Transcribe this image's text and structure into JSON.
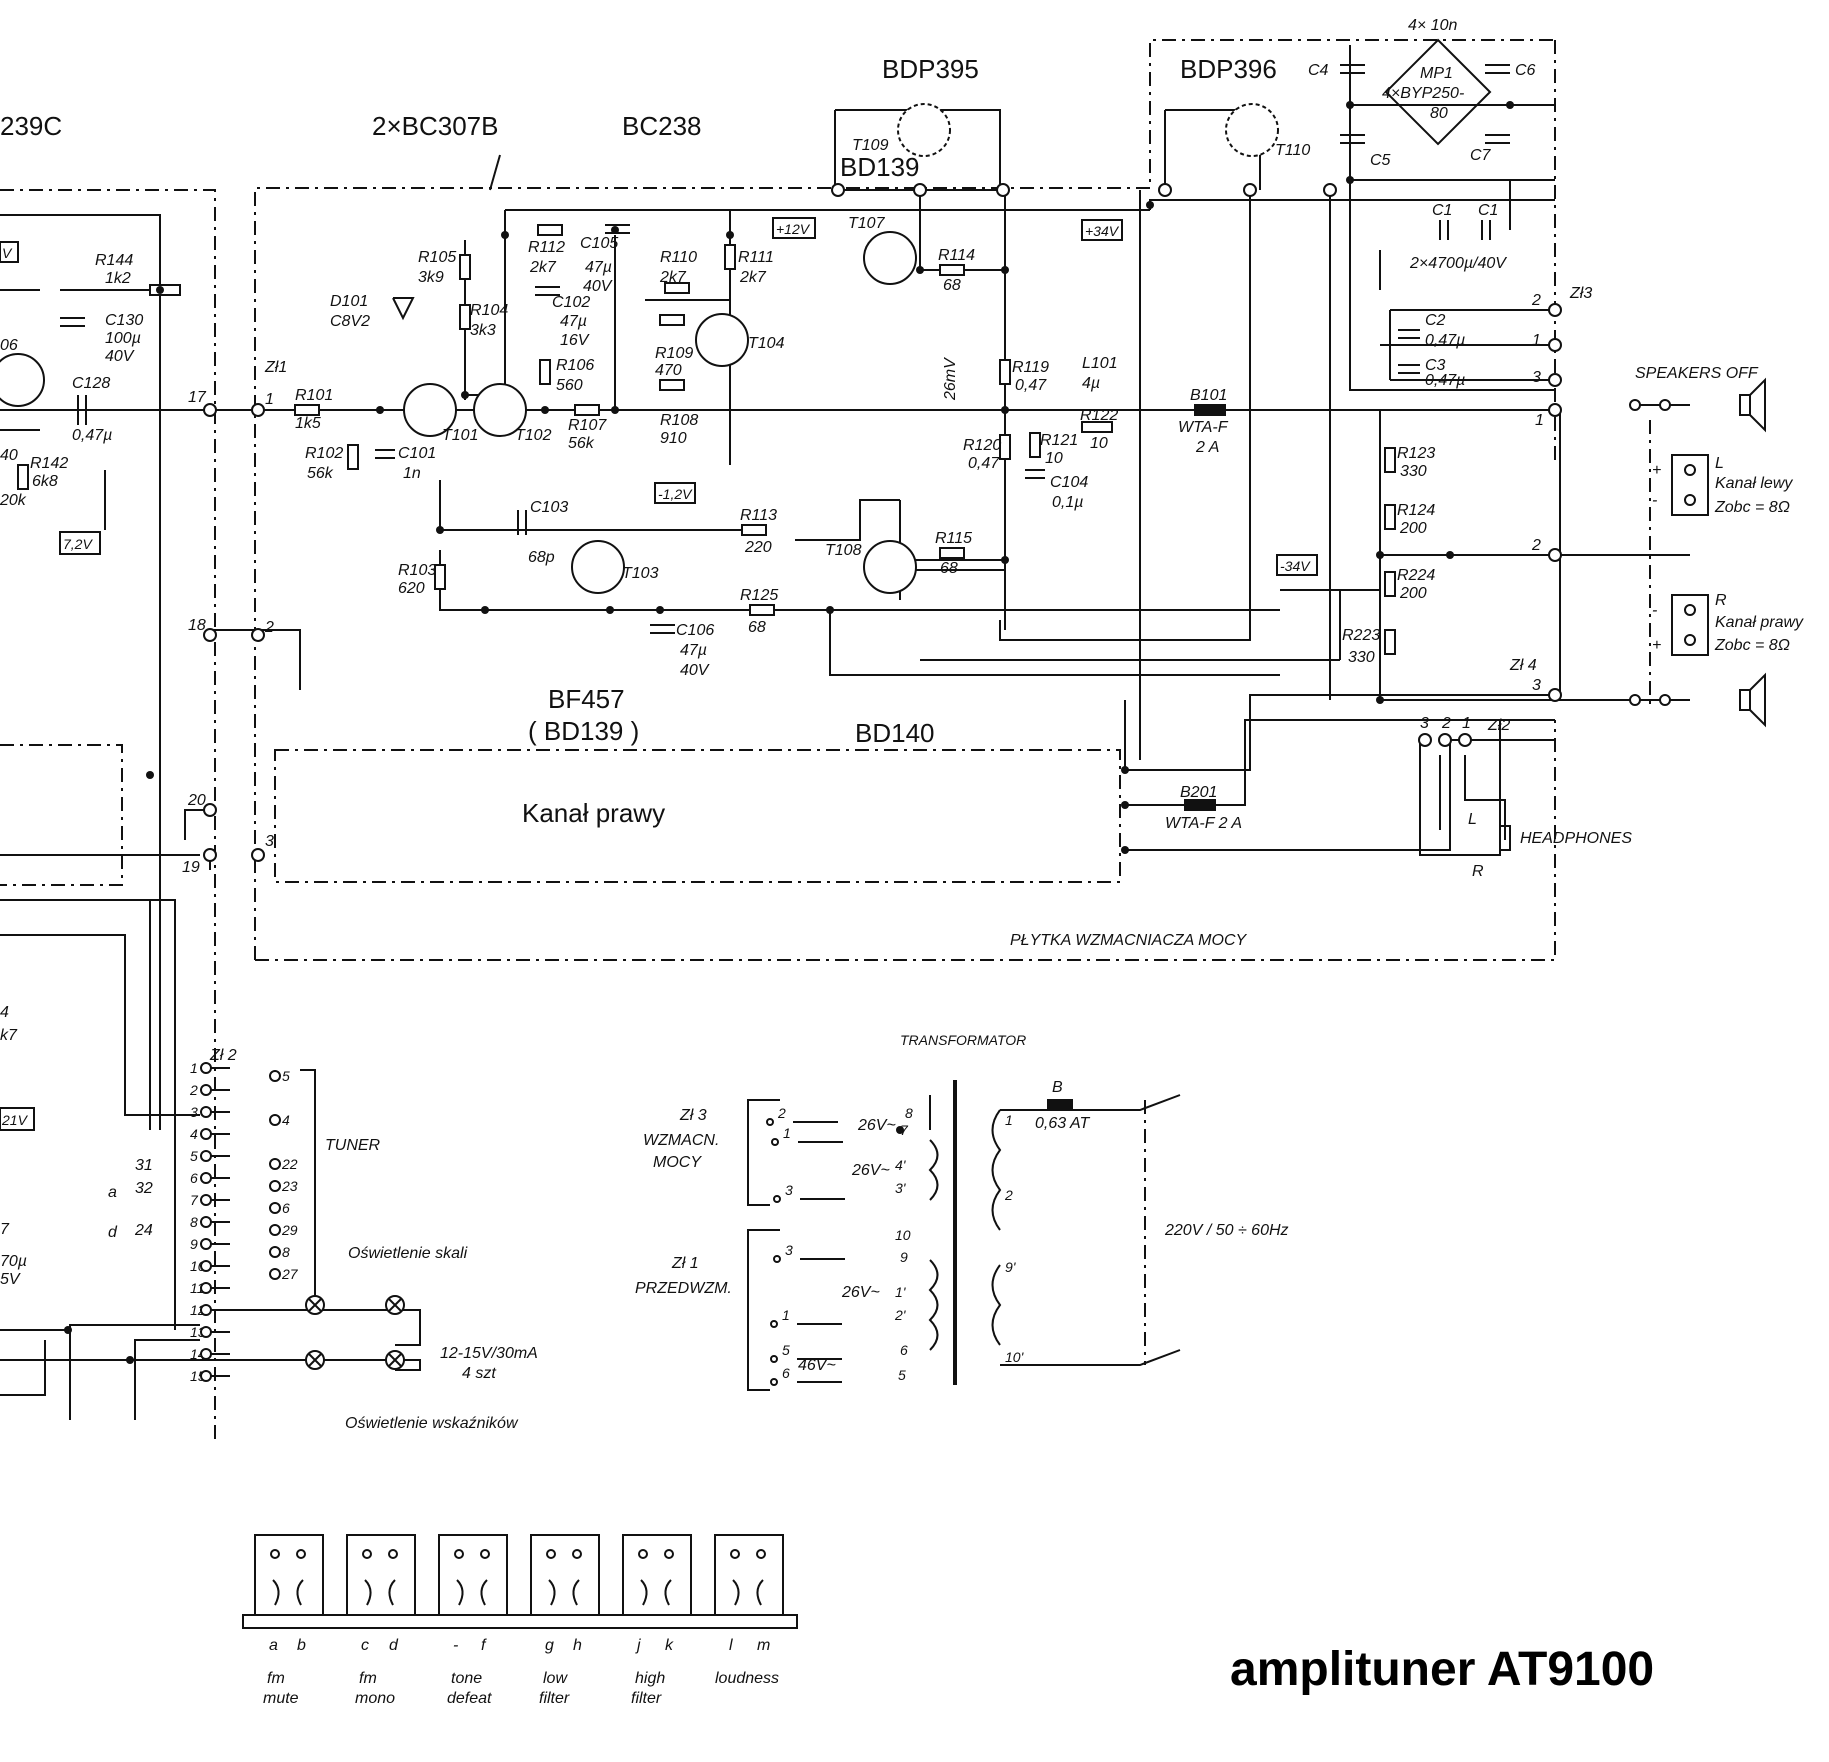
{
  "title": "amplituner AT9100",
  "semiconductors": {
    "bc239c": "239C",
    "bc307b": "2×BC307B",
    "bc238": "BC238",
    "bdp395": "BDP395",
    "bdp396": "BDP396",
    "bd139": "BD139",
    "bf457": "BF457",
    "bd139_alt": "( BD139 )",
    "bd140": "BD140"
  },
  "transistors": [
    "T101",
    "T102",
    "T103",
    "T104",
    "T107",
    "T108",
    "T109",
    "T110"
  ],
  "resistors": [
    {
      "ref": "R144",
      "val": "1k2"
    },
    {
      "ref": "R105",
      "val": "3k9"
    },
    {
      "ref": "R104",
      "val": "3k3"
    },
    {
      "ref": "R112",
      "val": "2k7"
    },
    {
      "ref": "R110",
      "val": "2k7"
    },
    {
      "ref": "R111",
      "val": "2k7"
    },
    {
      "ref": "R109",
      "val": "470"
    },
    {
      "ref": "R106",
      "val": "560"
    },
    {
      "ref": "R107",
      "val": "56k"
    },
    {
      "ref": "R108",
      "val": "910"
    },
    {
      "ref": "R101",
      "val": "1k5"
    },
    {
      "ref": "R102",
      "val": "56k"
    },
    {
      "ref": "R103",
      "val": "620"
    },
    {
      "ref": "R113",
      "val": "220"
    },
    {
      "ref": "R125",
      "val": "68"
    },
    {
      "ref": "R114",
      "val": "68"
    },
    {
      "ref": "R115",
      "val": "68"
    },
    {
      "ref": "R119",
      "val": "0,47"
    },
    {
      "ref": "R120",
      "val": "0,47"
    },
    {
      "ref": "R121",
      "val": "10"
    },
    {
      "ref": "R122",
      "val": "10"
    },
    {
      "ref": "R123",
      "val": "330"
    },
    {
      "ref": "R124",
      "val": "200"
    },
    {
      "ref": "R224",
      "val": "200"
    },
    {
      "ref": "R223",
      "val": "330"
    },
    {
      "ref": "R142",
      "val": "6k8"
    }
  ],
  "capacitors": [
    {
      "ref": "C130",
      "val": "100µ",
      "volt": "40V"
    },
    {
      "ref": "C128",
      "val": "0,47µ"
    },
    {
      "ref": "C105",
      "val": "47µ",
      "volt": "40V"
    },
    {
      "ref": "C102",
      "val": "47µ",
      "volt": "16V"
    },
    {
      "ref": "C101",
      "val": "1n"
    },
    {
      "ref": "C103",
      "val": "68p"
    },
    {
      "ref": "C106",
      "val": "47µ",
      "volt": "40V"
    },
    {
      "ref": "C104",
      "val": "0,1µ"
    },
    {
      "ref": "C2",
      "val": "0,47µ"
    },
    {
      "ref": "C3",
      "val": "0,47µ"
    }
  ],
  "misc": {
    "d101": "D101",
    "c8v2": "C8V2",
    "l101": "L101",
    "l101_val": "4µ",
    "b101": "B101",
    "wta_f": "WTA-F",
    "fuse_2a": "2 A",
    "b201_label": "B201",
    "b201_val": "WTA-F 2 A",
    "mp1": "MP1",
    "byp": "4×BYP250-",
    "byp80": "80",
    "cap_4x10n": "4× 10n",
    "c4": "C4",
    "c5": "C5",
    "c6": "C6",
    "c7": "C7",
    "c1": "C1",
    "c1_val": "2×4700µ/40V",
    "v26mv": "26mV",
    "plus34": "+34V",
    "minus34": "-34V",
    "plus12": "+12V",
    "minus12": "-1,2V",
    "v72": "7,2V",
    "v21": "21V",
    "v_top": "V"
  },
  "connectors": {
    "zl1": "Zł1",
    "zl2": "Zł2",
    "zl3": "Zł3",
    "zl4": "Zł 4",
    "zl2_top": "Zł 2",
    "pins_left": [
      "17",
      "18",
      "20",
      "19"
    ],
    "pin_1": "1",
    "pin_2": "2",
    "pin_3": "3"
  },
  "speakers": {
    "off": "SPEAKERS OFF",
    "left_ch": "L",
    "left_name": "Kanał lewy",
    "left_imp": "Zobc = 8Ω",
    "right_ch": "R",
    "right_name": "Kanał prawy",
    "right_imp": "Zobc = 8Ω"
  },
  "headphones": {
    "label": "HEADPHONES",
    "l": "L",
    "r": "R"
  },
  "blocks": {
    "right_channel": "Kanał  prawy",
    "power_amp_board": "PŁYTKA  WZMACNIACZA  MOCY"
  },
  "tuner": {
    "label": "TUNER",
    "pins": [
      "1",
      "2",
      "3",
      "4",
      "5",
      "6",
      "7",
      "8",
      "9",
      "10",
      "11",
      "12",
      "13",
      "14",
      "15"
    ],
    "right_pins": [
      "5",
      "4",
      "22",
      "23",
      "6",
      "29",
      "8",
      "27"
    ],
    "marks": [
      "31",
      "32",
      "24",
      "a",
      "d"
    ],
    "scale_light": "Oświetlenie  skali",
    "lamp_spec": "12-15V/30mA",
    "lamp_count": "4 szt",
    "indicator_light": "Oświetlenie  wskaźników"
  },
  "transformer": {
    "title": "TRANSFORMATOR",
    "zl3_name": "Zł 3",
    "zl3_desc": "WZMACN.",
    "zl3_desc2": "MOCY",
    "zl1_name": "Zł 1",
    "zl1_desc": "PRZEDWZM.",
    "v26a": "26V~",
    "v26b": "26V~",
    "v26c": "26V~",
    "v46": "46V~",
    "fuse": "B",
    "fuse_val": "0,63 AT",
    "mains": "220V / 50 ÷ 60Hz",
    "sec_pins": [
      "8",
      "7",
      "4'",
      "3'",
      "10",
      "9",
      "1'",
      "2'",
      "6",
      "5"
    ],
    "pri_pins": [
      "1",
      "2",
      "9'",
      "10'"
    ],
    "left_pins": [
      "2",
      "1",
      "3",
      "3",
      "1",
      "5",
      "6"
    ]
  },
  "switches": {
    "letters": [
      "a",
      "b",
      "c",
      "d",
      "-",
      "f",
      "g",
      "h",
      "j",
      "k",
      "l",
      "m"
    ],
    "groups": [
      {
        "line1": "fm",
        "line2": "mute"
      },
      {
        "line1": "fm",
        "line2": "mono"
      },
      {
        "line1": "tone",
        "line2": "defeat"
      },
      {
        "line1": "low",
        "line2": "filter"
      },
      {
        "line1": "high",
        "line2": "filter"
      },
      {
        "line1": "loudness",
        "line2": ""
      }
    ]
  },
  "left_edge": {
    "r140": "40",
    "r20k": "20k",
    "r_top": "06",
    "c_top4": "4",
    "c_k7": "k7",
    "v7": "7",
    "v70u": "70µ",
    "v5v": "5V"
  }
}
